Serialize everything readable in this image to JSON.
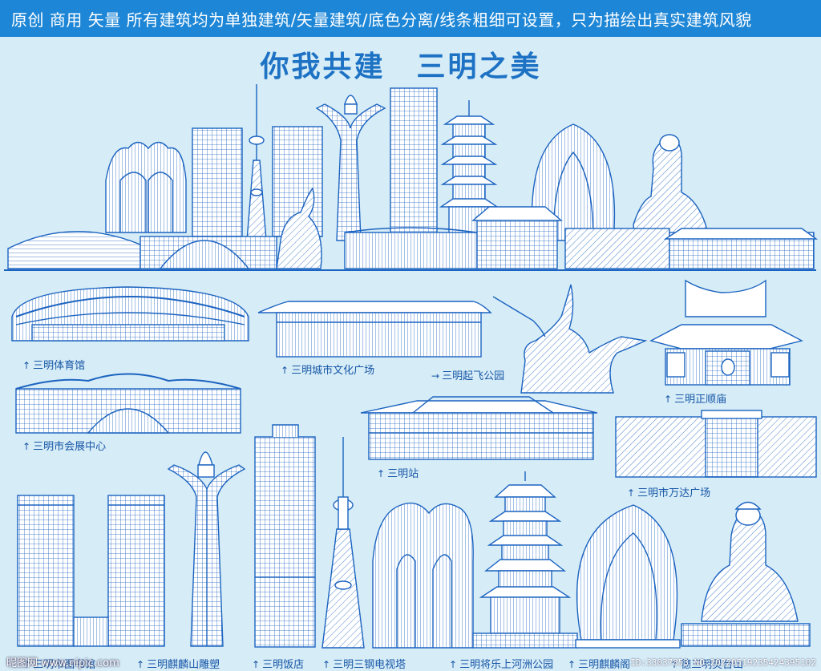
{
  "header": {
    "banner": "原创 商用 矢量 所有建筑均为单独建筑/矢量建筑/底色分离/线条粗细可设置，只为描绘出真实建筑风貌",
    "title": "你我共建　三明之美"
  },
  "colors": {
    "background": "#d6ecf7",
    "banner": "#1d86d6",
    "line": "#1b63c0",
    "fill": "#ffffff"
  },
  "landmarks": [
    {
      "label": "三明体育馆",
      "arrow": "↑"
    },
    {
      "label": "三明城市文化广场",
      "arrow": "↑"
    },
    {
      "label": "三明起飞公园",
      "arrow": "→"
    },
    {
      "label": "三明正顺庙",
      "arrow": "↑"
    },
    {
      "label": "三明市会展中心",
      "arrow": "↑"
    },
    {
      "label": "三明站",
      "arrow": "↑"
    },
    {
      "label": "三明市万达广场",
      "arrow": "↑"
    },
    {
      "label": "三明市图书馆",
      "arrow": "↑"
    },
    {
      "label": "三明麒麟山雕塑",
      "arrow": "↑"
    },
    {
      "label": "三明饭店",
      "arrow": "↑"
    },
    {
      "label": "三明三钢电视塔",
      "arrow": "↑"
    },
    {
      "label": "三明将乐上河洲公园",
      "arrow": "↑"
    },
    {
      "label": "三明麒麟阁",
      "arrow": "↑"
    },
    {
      "label": "德三明灵台山",
      "arrow": "↑"
    }
  ],
  "watermark": {
    "site": "昵图网 www.nipic.com",
    "id": "ID:33037853 NO:20220519235424395102"
  }
}
